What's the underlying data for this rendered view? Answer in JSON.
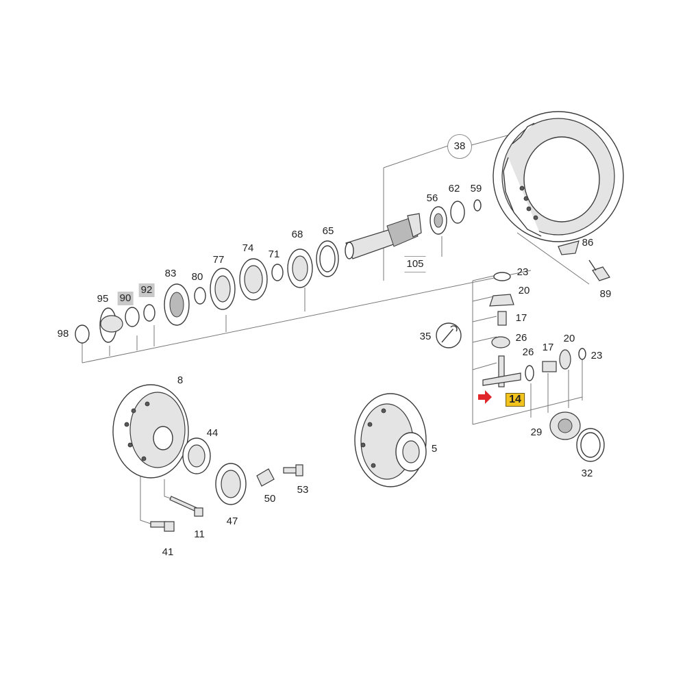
{
  "diagram": {
    "part_labels": [
      {
        "id": "38",
        "style": "ring"
      },
      {
        "id": "62",
        "style": "plain"
      },
      {
        "id": "59",
        "style": "plain"
      },
      {
        "id": "56",
        "style": "plain"
      },
      {
        "id": "86",
        "style": "plain"
      },
      {
        "id": "65",
        "style": "plain"
      },
      {
        "id": "68",
        "style": "plain"
      },
      {
        "id": "74",
        "style": "plain"
      },
      {
        "id": "71",
        "style": "plain"
      },
      {
        "id": "77",
        "style": "plain"
      },
      {
        "id": "105",
        "style": "tick"
      },
      {
        "id": "83",
        "style": "plain"
      },
      {
        "id": "80",
        "style": "plain"
      },
      {
        "id": "92",
        "style": "grey"
      },
      {
        "id": "90",
        "style": "grey"
      },
      {
        "id": "95",
        "style": "plain"
      },
      {
        "id": "98",
        "style": "plain"
      },
      {
        "id": "89",
        "style": "plain"
      },
      {
        "id": "23",
        "style": "plain"
      },
      {
        "id": "20",
        "style": "plain"
      },
      {
        "id": "17",
        "style": "plain"
      },
      {
        "id": "35",
        "style": "plain"
      },
      {
        "id": "26",
        "style": "plain"
      },
      {
        "id": "26",
        "style": "plain"
      },
      {
        "id": "17",
        "style": "plain"
      },
      {
        "id": "20",
        "style": "plain"
      },
      {
        "id": "23",
        "style": "plain"
      },
      {
        "id": "14",
        "style": "highlight"
      },
      {
        "id": "29",
        "style": "plain"
      },
      {
        "id": "32",
        "style": "plain"
      },
      {
        "id": "8",
        "style": "plain"
      },
      {
        "id": "44",
        "style": "plain"
      },
      {
        "id": "5",
        "style": "plain"
      },
      {
        "id": "50",
        "style": "plain"
      },
      {
        "id": "53",
        "style": "plain"
      },
      {
        "id": "47",
        "style": "plain"
      },
      {
        "id": "11",
        "style": "plain"
      },
      {
        "id": "41",
        "style": "plain"
      }
    ],
    "highlighted_part": "14",
    "colors": {
      "highlight": "#f2c21d",
      "arrow": "#e0262a",
      "grey_tag": "#c9c9c9",
      "line": "#3a3a3a"
    }
  }
}
